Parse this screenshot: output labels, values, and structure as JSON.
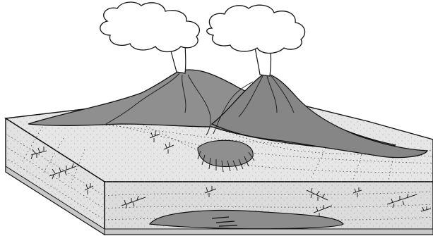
{
  "diagram": {
    "subject": "volcano-block-diagram",
    "colors": {
      "outline": "#111111",
      "cloud_fill": "#ffffff",
      "volcano_fill": "#8f8f8f",
      "volcano_shadow": "#7a7a7a",
      "ground_fill": "#e6e6e6",
      "front_face_fill": "#e2e2e2",
      "right_face_fill": "#d9d9d9",
      "lens_fill": "#8c8c8c",
      "base_layer_fill": "#cfcfcf"
    },
    "elements": [
      "eruption-cloud-left",
      "eruption-cloud-right",
      "volcano-cone-left",
      "volcano-cone-right",
      "lava-flows",
      "lava-delta",
      "plant-fossils",
      "buried-lava-lens"
    ]
  }
}
